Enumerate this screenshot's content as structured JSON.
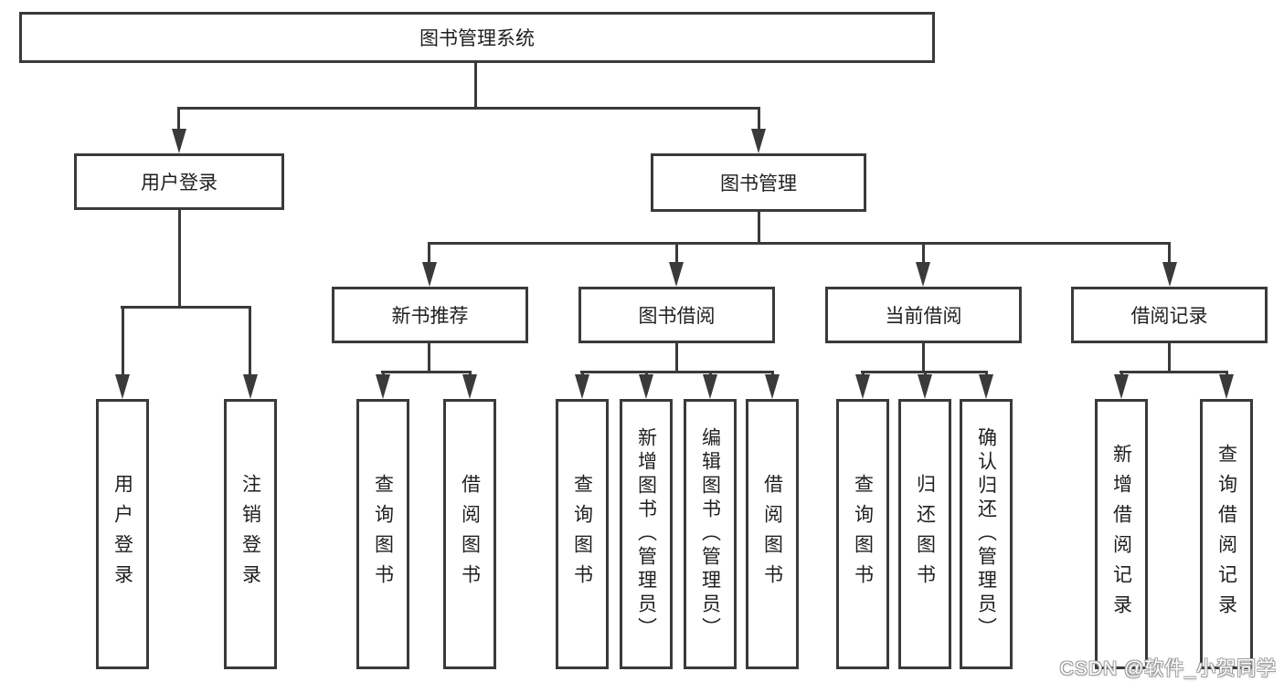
{
  "colors": {
    "line": "#3a3a3a",
    "box_border": "#3a3a3a",
    "text": "#1f1f1f",
    "background": "#ffffff",
    "watermark": "#dddddd"
  },
  "watermark": "CSDN @软件_小贺同学",
  "diagram": {
    "root": {
      "label": "图书管理系统"
    },
    "level2": [
      {
        "label": "用户登录"
      },
      {
        "label": "图书管理"
      }
    ],
    "level3": [
      {
        "label": "新书推荐"
      },
      {
        "label": "图书借阅"
      },
      {
        "label": "当前借阅"
      },
      {
        "label": "借阅记录"
      }
    ],
    "leaves": [
      {
        "label": "用户登录"
      },
      {
        "label": "注销登录"
      },
      {
        "label": "查询图书"
      },
      {
        "label": "借阅图书"
      },
      {
        "label": "查询图书"
      },
      {
        "label": "新增图书（管理员）"
      },
      {
        "label": "编辑图书（管理员）"
      },
      {
        "label": "借阅图书"
      },
      {
        "label": "查询图书"
      },
      {
        "label": "归还图书"
      },
      {
        "label": "确认归还（管理员）"
      },
      {
        "label": "新增借阅记录"
      },
      {
        "label": "查询借阅记录"
      }
    ]
  }
}
